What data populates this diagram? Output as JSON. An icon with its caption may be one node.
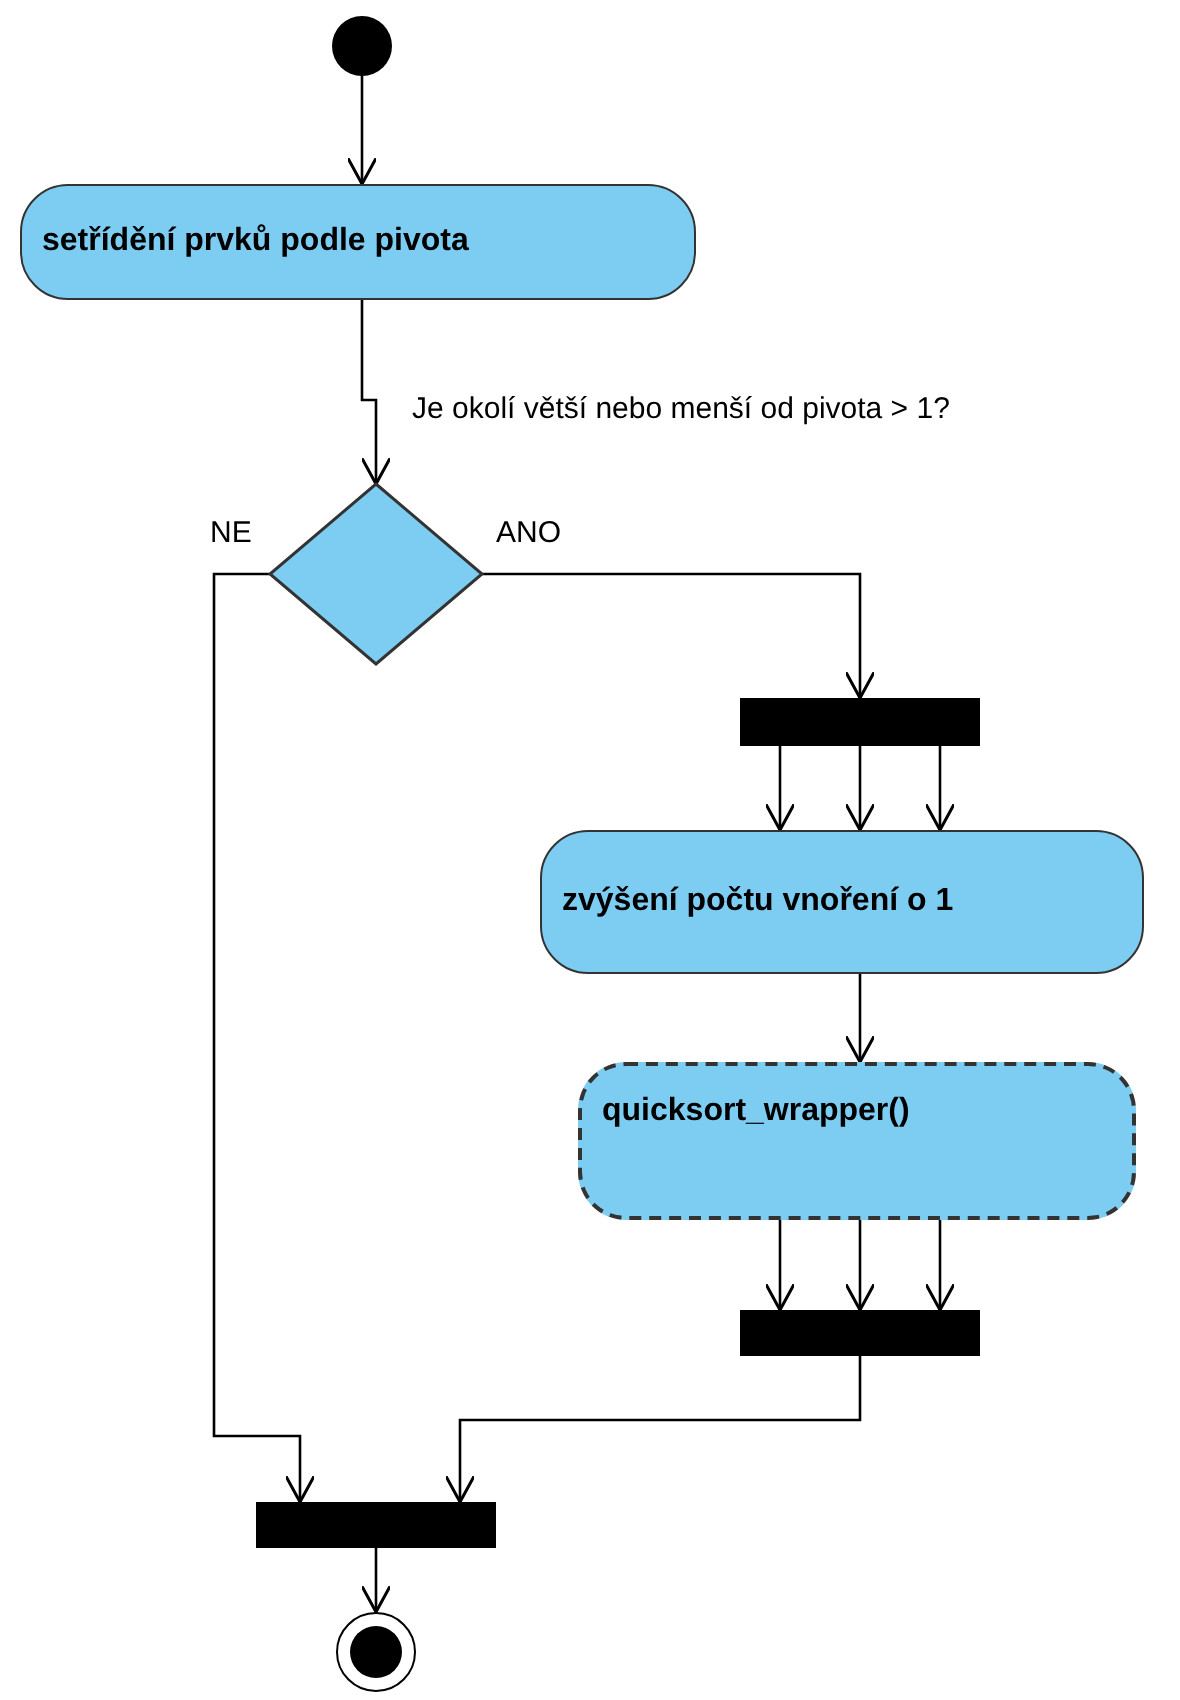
{
  "diagram": {
    "nodes": [
      {
        "text": [],
        "shape": "circle"
      },
      {
        "text": [
          "setřídění prvků podle pivota"
        ]
      },
      {
        "text": [],
        "shape": "diamond"
      },
      {
        "text": [],
        "shape": "bar"
      },
      {
        "text": [
          "zvýšení počtu vnoření o 1"
        ]
      },
      {
        "text": [
          "quicksort_wrapper()"
        ]
      },
      {
        "text": [],
        "shape": "bar"
      },
      {
        "text": [],
        "shape": "bar"
      },
      {
        "text": [],
        "shape": "circle"
      }
    ],
    "edges": [
      {
        "from": 0,
        "to": 1,
        "arrow": "to"
      },
      {
        "from": 1,
        "to": 2,
        "arrow": "to",
        "label": "Je okolí větší nebo menší od pivota > 1?"
      },
      {
        "from": 2,
        "to": 7,
        "arrow": "to",
        "label": "NE"
      },
      {
        "from": 2,
        "to": 3,
        "arrow": "to",
        "label": "ANO"
      },
      {
        "from": 3,
        "to": 4,
        "arrow": "to"
      },
      {
        "from": 3,
        "to": 4,
        "arrow": "to"
      },
      {
        "from": 3,
        "to": 4,
        "arrow": "to"
      },
      {
        "from": 4,
        "to": 5,
        "arrow": "to"
      },
      {
        "from": 5,
        "to": 6,
        "arrow": "to"
      },
      {
        "from": 5,
        "to": 6,
        "arrow": "to"
      },
      {
        "from": 5,
        "to": 6,
        "arrow": "to"
      },
      {
        "from": 6,
        "to": 7,
        "arrow": "to"
      },
      {
        "from": 7,
        "to": 8,
        "arrow": "to"
      }
    ]
  }
}
